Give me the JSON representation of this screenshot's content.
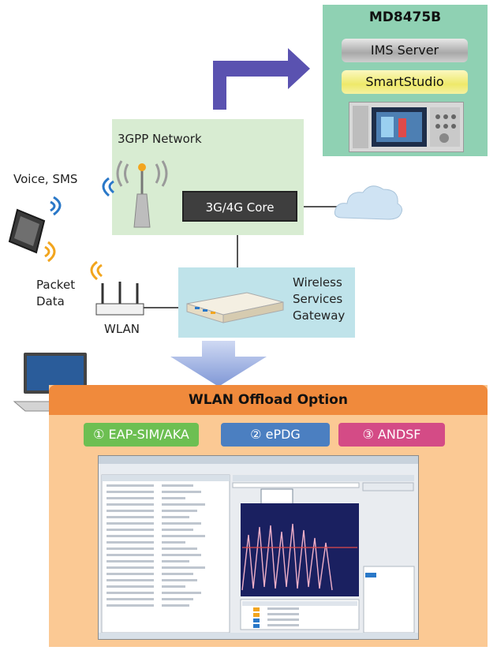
{
  "md": {
    "title": "MD8475B",
    "ims": "IMS Server",
    "smartstudio": "SmartStudio"
  },
  "network": {
    "label": "3GPP Network",
    "core": "3G/4G Core"
  },
  "left": {
    "voice": "Voice, SMS",
    "packet_line1": "Packet",
    "packet_line2": "Data",
    "wlan": "WLAN"
  },
  "wsg": {
    "line1": "Wireless",
    "line2": "Services",
    "line3": "Gateway"
  },
  "offload": {
    "title": "WLAN Offload Option",
    "options": [
      {
        "label": "① EAP-SIM/AKA",
        "color": "#6dbf52"
      },
      {
        "label": "② ePDG",
        "color": "#4b7fc1"
      },
      {
        "label": "③ ANDSF",
        "color": "#d44b86"
      }
    ]
  },
  "colors": {
    "arrow": "#5a52b0",
    "down_arrow": "#7f97d6",
    "wifi_blue": "#2a78c8",
    "wifi_orange": "#f2a51e"
  }
}
